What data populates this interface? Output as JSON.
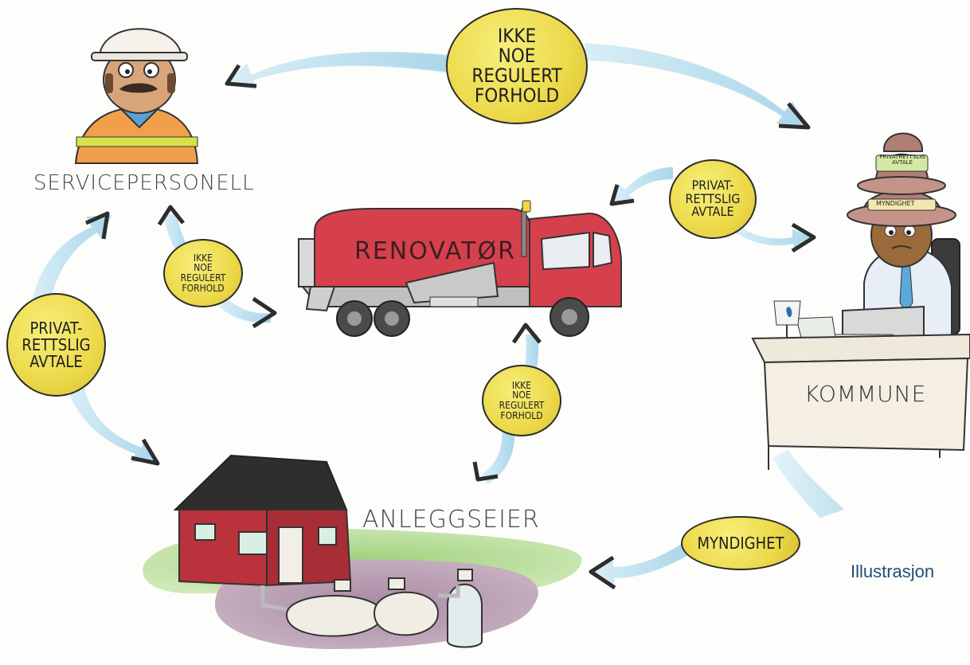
{
  "nodes": {
    "servicepersonell": "SERVICEPERSONELL",
    "renovator": "RENOVATØR",
    "kommune": "KOMMUNE",
    "anleggseier": "ANLEGGSEIER"
  },
  "hats": {
    "upper": "PRIVATRETTSLIG\nAVTALE",
    "lower": "MYNDIGHET"
  },
  "relations": {
    "top": "IKKE\nNOE\nREGULERT\nFORHOLD",
    "service_truck": "IKKE\nNOE\nREGULERT\nFORHOLD",
    "truck_owner": "IKKE\nNOE\nREGULERT\nFORHOLD",
    "kommune_truck": "PRIVAT-\nRETTSLIG\nAVTALE",
    "left": "PRIVAT-\nRETTSLIG\nAVTALE",
    "kommune_owner": "MYNDIGHET"
  },
  "caption": "Illustrasjon",
  "colors": {
    "bubble": "#ecd94a",
    "arrow": "#b8dff0",
    "truck": "#d6404c",
    "house": "#b9323c",
    "caption": "#1f4e79"
  }
}
